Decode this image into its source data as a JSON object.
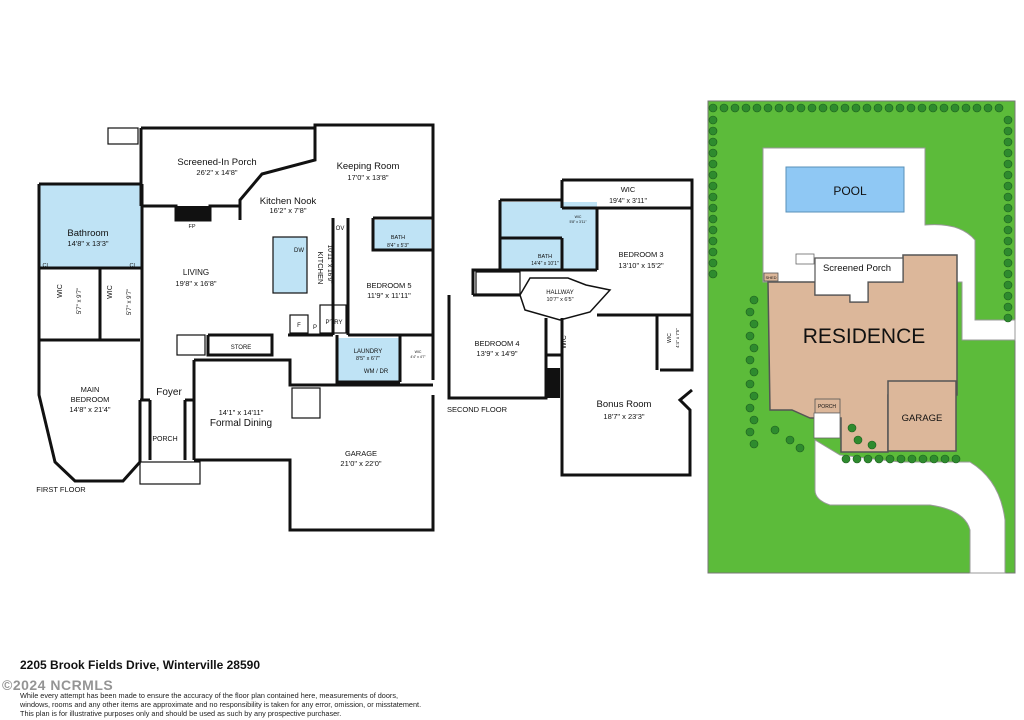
{
  "first_floor": {
    "caption": "FIRST FLOOR",
    "rooms": {
      "screened_porch": {
        "name": "Screened-In Porch",
        "size": "26'2\" x 14'8\""
      },
      "keeping_room": {
        "name": "Keeping Room",
        "size": "17'0\" x 13'8\""
      },
      "kitchen_nook": {
        "name": "Kitchen Nook",
        "size": "16'2\" x 7'8\""
      },
      "bathroom": {
        "name": "Bathroom",
        "size": "14'8\" x 13'3\""
      },
      "living": {
        "name": "LIVING",
        "size": "19'8\" x 16'8\""
      },
      "kitchen": {
        "name": "KITCHEN",
        "size": "10'11\" x 16'9\""
      },
      "bath": {
        "name": "BATH",
        "size": "8'4\" x 5'3\""
      },
      "bedroom5": {
        "name": "BEDROOM 5",
        "size": "11'9\" x 11'11\""
      },
      "wic1": {
        "name": "WIC",
        "size": "5'7\" x 9'7\""
      },
      "wic2": {
        "name": "WIC",
        "size": "5'7\" x 9'7\""
      },
      "main_bedroom": {
        "name": "MAIN BEDROOM",
        "line1": "MAIN",
        "line2": "BEDROOM",
        "size": "14'8\" x 21'4\""
      },
      "foyer": {
        "name": "Foyer"
      },
      "porch": {
        "name": "PORCH"
      },
      "formal_dining": {
        "name": "Formal Dining",
        "size": "14'1\" x 14'11\""
      },
      "store": {
        "name": "STORE"
      },
      "laundry": {
        "name": "LAUNDRY",
        "size": "8'5\" x 6'7\""
      },
      "garage": {
        "name": "GARAGE",
        "size": "21'0\" x 22'0\""
      },
      "wic_small": {
        "name": "WIC",
        "size": "4'4\" x 4'7\""
      }
    },
    "labels": {
      "fp": "FP",
      "dw": "DW",
      "ov": "OV",
      "cl": "CL",
      "ptry": "P'TRY",
      "f": "F",
      "p": "P",
      "wm_dr": "WM / DR"
    }
  },
  "second_floor": {
    "caption": "SECOND FLOOR",
    "rooms": {
      "wic_top": {
        "name": "WIC",
        "size": "19'4\" x 3'11\""
      },
      "bath": {
        "name": "BATH",
        "size": "14'4\" x 10'1\""
      },
      "wic_small": {
        "name": "WIC",
        "size": "5'8\" x 3'11\""
      },
      "bedroom3": {
        "name": "BEDROOM 3",
        "size": "13'10\" x 15'2\""
      },
      "hallway": {
        "name": "HALLWAY",
        "size": "10'7\" x 6'5\""
      },
      "bedroom4": {
        "name": "BEDROOM 4",
        "size": "13'9\" x 14'9\""
      },
      "wic_side": {
        "name": "WIC"
      },
      "wic_right": {
        "name": "WIC",
        "size": "4'4\" x 7'5\""
      },
      "bonus_room": {
        "name": "Bonus Room",
        "size": "18'7\" x 23'3\""
      }
    }
  },
  "site_plan": {
    "pool": "POOL",
    "screened_porch": "Screened Porch",
    "residence": "RESIDENCE",
    "garage": "GARAGE",
    "porch": "PORCH",
    "shed": "SHED",
    "colors": {
      "lawn": "#5cbb3a",
      "residence": "#dcb79a",
      "pool": "#8fc8f4",
      "shrub": "#2e8b2e"
    }
  },
  "footer": {
    "address": "2205 Brook Fields Drive, Winterville 28590",
    "watermark": "©2024 NCRMLS",
    "disclaimer_line1": "While every attempt has been made to ensure the accuracy of the floor plan contained here, measurements of doors,",
    "disclaimer_line2": "windows, rooms and any other items are approximate and no responsibility is taken for any error, omission, or misstatement.",
    "disclaimer_line3": "This plan is for illustrative purposes only and should be used as such by any prospective purchaser."
  }
}
